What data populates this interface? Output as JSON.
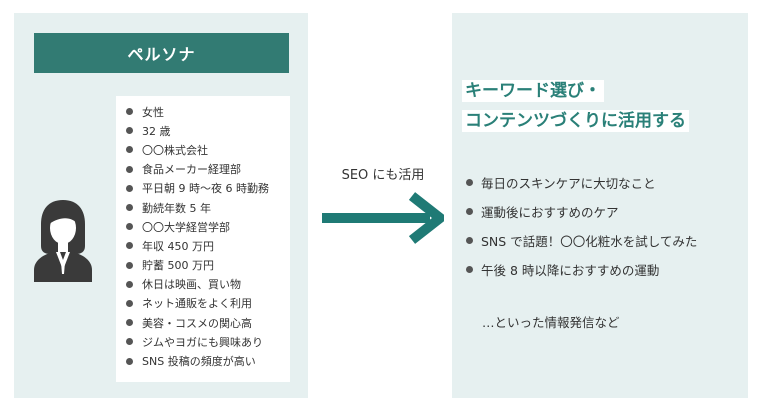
{
  "persona": {
    "title": "ペルソナ",
    "traits": [
      "女性",
      "32 歳",
      "〇〇株式会社",
      "食品メーカー経理部",
      "平日朝 9 時〜夜 6 時勤務",
      "勤続年数 5 年",
      "〇〇大学経営学部",
      "年収 450 万円",
      "貯蓄 500 万円",
      "休日は映画、買い物",
      "ネット通販をよく利用",
      "美容・コスメの関心高",
      "ジムやヨガにも興味あり",
      "SNS 投稿の頻度が高い"
    ]
  },
  "arrow": {
    "label": "SEO にも活用"
  },
  "result": {
    "heading_line1": "キーワード選び・",
    "heading_line2": "コンテンツづくりに活用する",
    "items": [
      "毎日のスキンケアに大切なこと",
      "運動後におすすめのケア",
      "SNS で話題！〇〇化粧水を試してみた",
      "午後 8 時以降におすすめの運動"
    ],
    "etc": "…といった情報発信など"
  },
  "colors": {
    "panel_bg": "#e6f0f0",
    "header_bg": "#327b73",
    "heading_text": "#2a8078",
    "arrow": "#1f7a75"
  },
  "icons": {
    "persona_avatar": "woman-avatar-icon",
    "arrow": "right-arrow-icon"
  }
}
